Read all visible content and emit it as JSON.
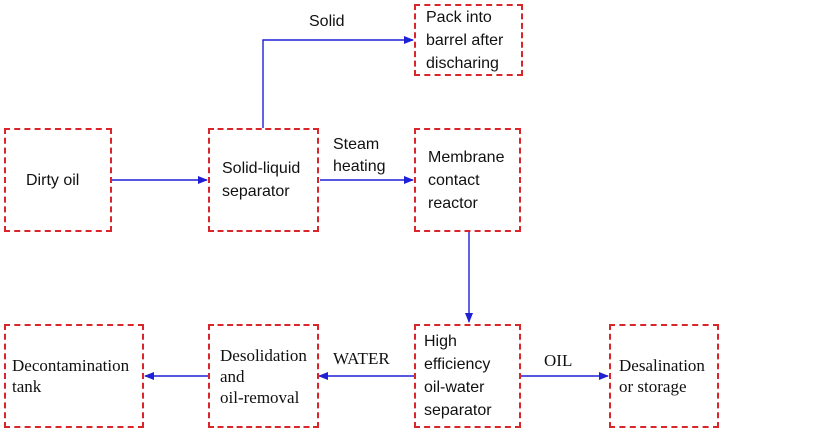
{
  "colors": {
    "box_border": "#d9262b",
    "arrow": "#1f1fd6",
    "text": "#111111"
  },
  "nodes": {
    "dirty_oil": "Dirty oil",
    "solid_liquid_separator": "Solid-liquid\nseparator",
    "pack_into_barrel": "Pack into\nbarrel after\ndischaring",
    "membrane_contact_reactor": "Membrane\ncontact\nreactor",
    "high_efficiency_separator": "High\nefficiency\noil-water\nseparator",
    "desalination_storage": "Desalination\nor storage",
    "desolidation_oil_removal": "Desolidation\nand\noil-removal",
    "decontamination_tank": "Decontamination\ntank"
  },
  "edge_labels": {
    "solid": "Solid",
    "steam_heating": "Steam\nheating",
    "water": "WATER",
    "oil": "OIL"
  }
}
